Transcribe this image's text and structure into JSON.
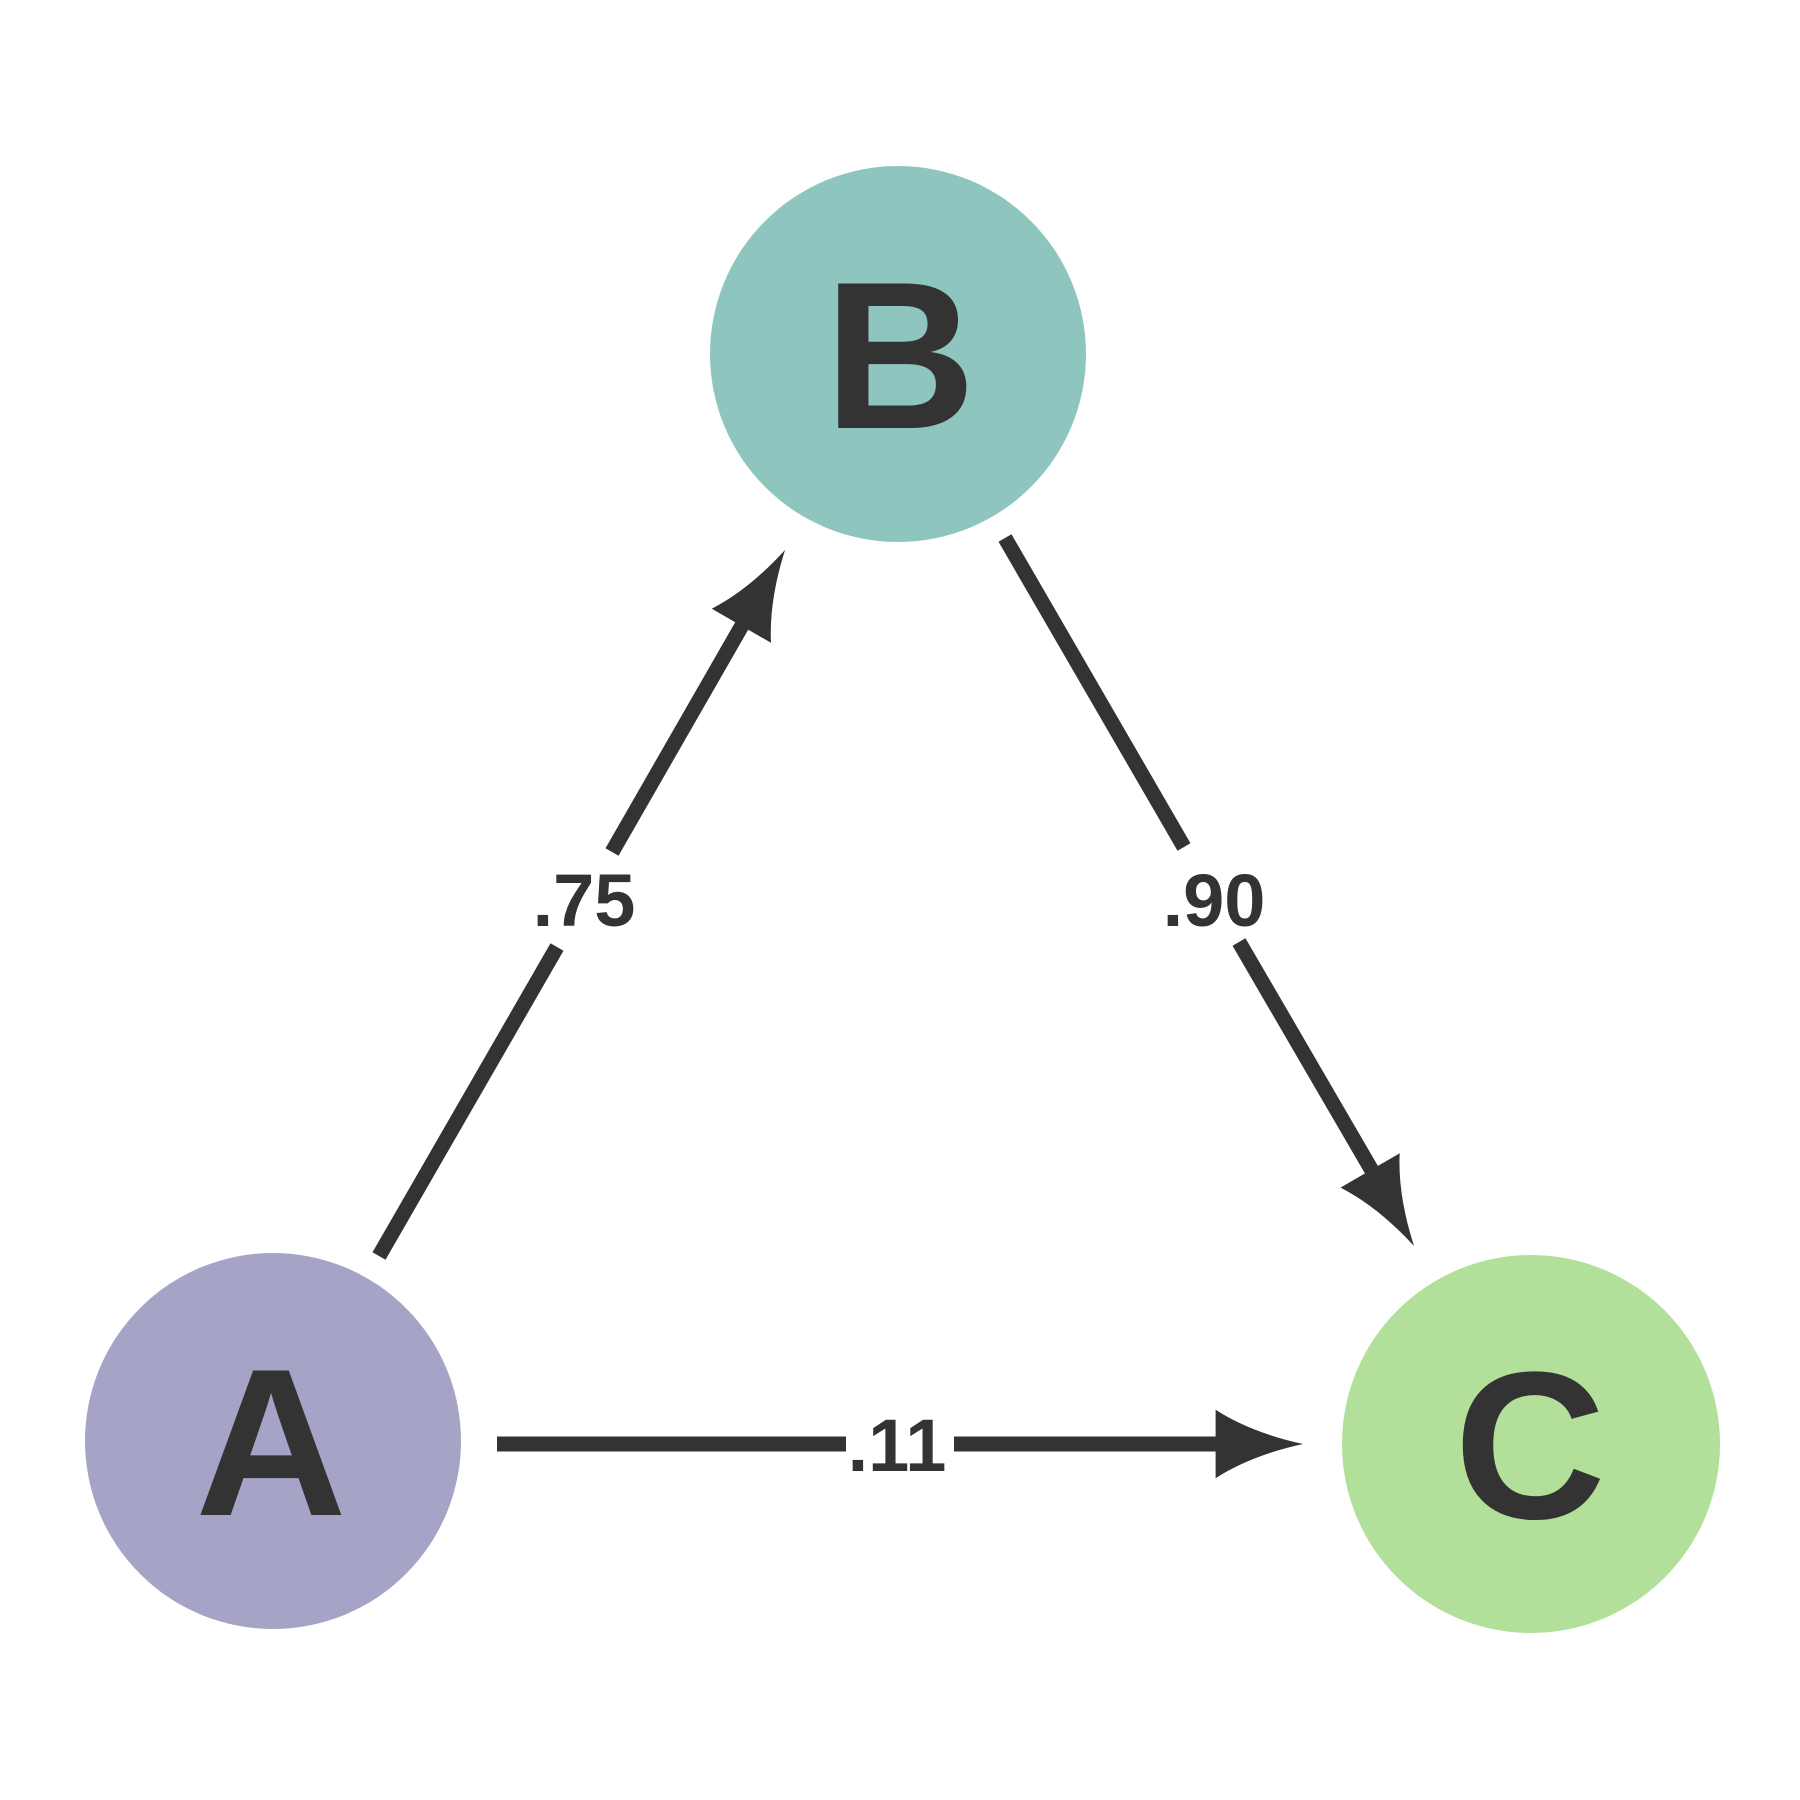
{
  "diagram": {
    "title": "directed graph with three nodes and weighted edges",
    "background_color": "#ffffff",
    "edge_color": "#333333",
    "text_color": "#333333",
    "nodes": {
      "a": {
        "label": "A",
        "color": "#a5a3c6"
      },
      "b": {
        "label": "B",
        "color": "#8ec5bf"
      },
      "c": {
        "label": "C",
        "color": "#b2e09a"
      }
    },
    "edges": {
      "a_to_b": {
        "from": "A",
        "to": "B",
        "label": ".75"
      },
      "b_to_c": {
        "from": "B",
        "to": "C",
        "label": ".90"
      },
      "a_to_c": {
        "from": "A",
        "to": "C",
        "label": ".11"
      }
    }
  }
}
